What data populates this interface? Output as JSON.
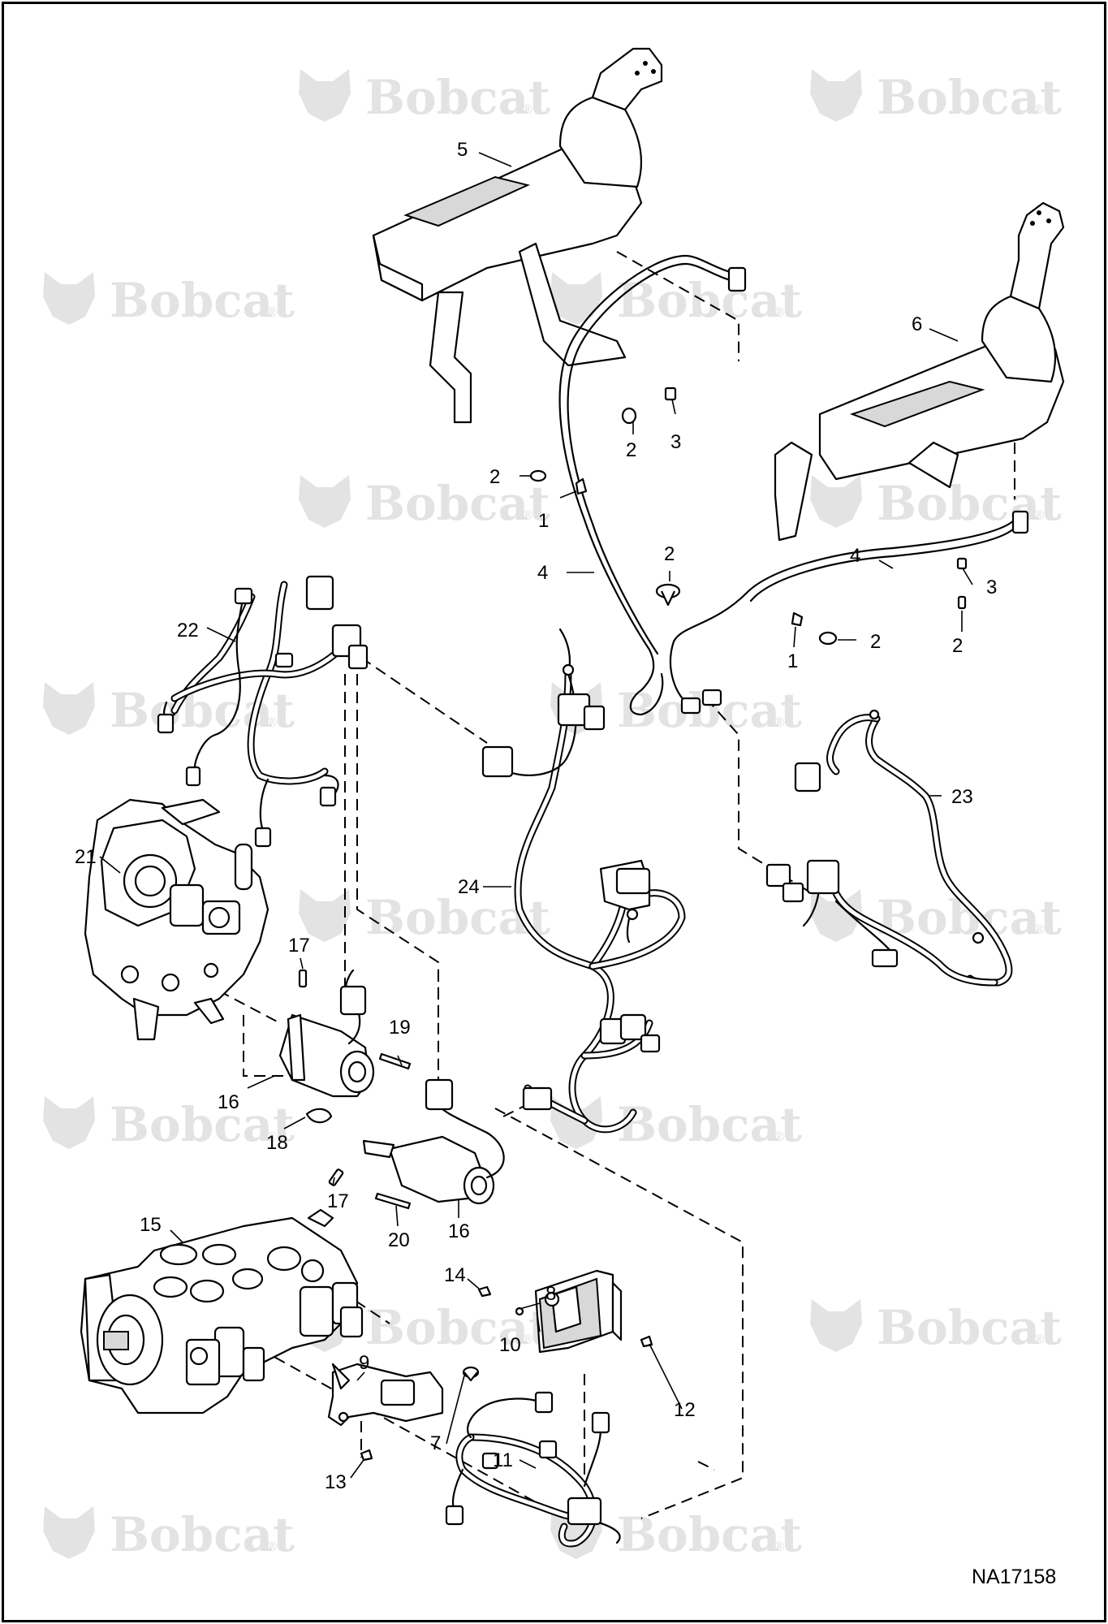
{
  "watermark": {
    "brand": "Bobcat",
    "registered_mark": "®",
    "color": "#e3e3e3"
  },
  "document_id": "NA17158",
  "callouts": {
    "c1a": "1",
    "c1b": "1",
    "c2a": "2",
    "c2b": "2",
    "c2c": "2",
    "c2d": "2",
    "c2e": "2",
    "c3a": "3",
    "c3b": "3",
    "c4a": "4",
    "c4b": "4",
    "c5": "5",
    "c6": "6",
    "c7": "7",
    "c8": "8",
    "c9": "9",
    "c10": "10",
    "c11": "11",
    "c12": "12",
    "c13": "13",
    "c14": "14",
    "c15": "15",
    "c16a": "16",
    "c16b": "16",
    "c17a": "17",
    "c17b": "17",
    "c18": "18",
    "c19": "19",
    "c20": "20",
    "c21": "21",
    "c22": "22",
    "c23": "23",
    "c24": "24"
  },
  "colors": {
    "line": "#000000",
    "background": "#ffffff",
    "part_shade": "#d8d8d8"
  }
}
